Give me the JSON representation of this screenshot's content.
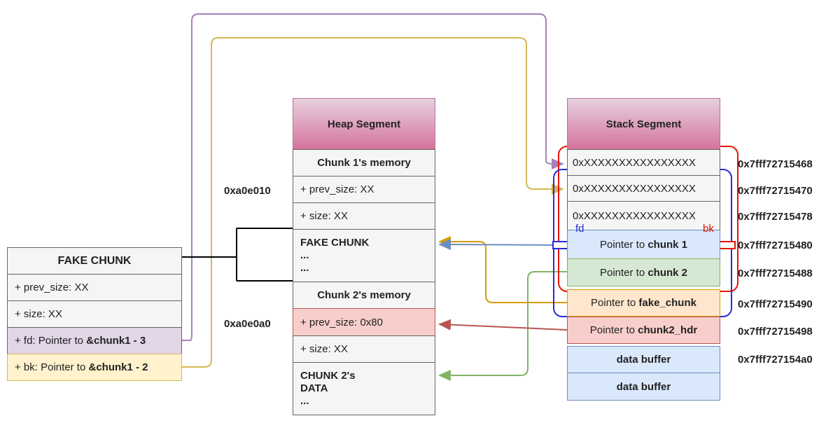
{
  "fake_chunk": {
    "title": "FAKE CHUNK",
    "prev_size": "+ prev_size: XX",
    "size": "+ size: XX",
    "fd_prefix": "+ fd: Pointer to ",
    "fd_target": "&chunk1 - 3",
    "bk_prefix": "+ bk: Pointer to ",
    "bk_target": "&chunk1 - 2"
  },
  "heap": {
    "title": "Heap Segment",
    "chunk1_memory": "Chunk 1's memory",
    "chunk1_prev_size": "+ prev_size: XX",
    "chunk1_size": "+ size: XX",
    "fake_chunk_title": "FAKE CHUNK",
    "fake_chunk_dots1": "...",
    "fake_chunk_dots2": "...",
    "chunk2_memory": "Chunk 2's memory",
    "chunk2_prev_size": "+ prev_size: 0x80",
    "chunk2_size": "+ size: XX",
    "chunk2_data_line1": "CHUNK 2's",
    "chunk2_data_line2": "DATA",
    "chunk2_data_dots": "..."
  },
  "heap_addresses": {
    "chunk1": "0xa0e010",
    "chunk2": "0xa0e0a0"
  },
  "stack": {
    "title": "Stack Segment",
    "slot1": "0xXXXXXXXXXXXXXXXX",
    "slot2": "0xXXXXXXXXXXXXXXXX",
    "slot3": "0xXXXXXXXXXXXXXXXX",
    "ptr_chunk1_prefix": "Pointer to ",
    "ptr_chunk1_target": "chunk 1",
    "ptr_chunk2_prefix": "Pointer to ",
    "ptr_chunk2_target": "chunk 2",
    "ptr_fake_prefix": "Pointer to ",
    "ptr_fake_target": "fake_chunk",
    "ptr_hdr_prefix": "Pointer to ",
    "ptr_hdr_target": "chunk2_hdr",
    "buffer1": "data buffer",
    "buffer2": "data buffer"
  },
  "stack_addresses": [
    "0x7fff72715468",
    "0x7fff72715470",
    "0x7fff72715478",
    "0x7fff72715480",
    "0x7fff72715488",
    "0x7fff72715490",
    "0x7fff72715498",
    "0x7fff727154a0"
  ],
  "labels": {
    "fd": "fd",
    "bk": "bk"
  },
  "colors": {
    "purple_arrow": "#a680b8",
    "yellow_arrow": "#d6b656",
    "orange_arrow": "#d79b00",
    "blue_arrow": "#6c8ebf",
    "green_arrow": "#82b366",
    "red_arrow": "#b85450",
    "red_group": "#e51400",
    "blue_group": "#2b2bd9"
  }
}
